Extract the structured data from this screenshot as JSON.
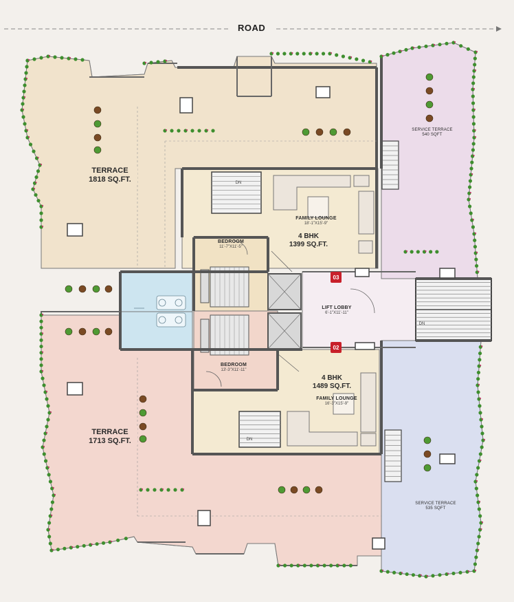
{
  "road": "ROAD",
  "terrace_north": {
    "title": "TERRACE",
    "area": "1818 SQ.FT."
  },
  "terrace_south": {
    "title": "TERRACE",
    "area": "1713 SQ.FT."
  },
  "service_terrace_east": {
    "title": "SERVICE TERRACE",
    "area": "540 SQFT"
  },
  "service_terrace_southeast": {
    "title": "SERVICE TERRACE",
    "area": "535 SQFT"
  },
  "unit_03": {
    "number": "03",
    "type": "4 BHK",
    "area": "1399 SQ.FT."
  },
  "unit_02": {
    "number": "02",
    "type": "4 BHK",
    "area": "1489 SQ.FT."
  },
  "family_lounge_north": {
    "name": "FAMILY LOUNGE",
    "dims": "18'-1\"X15'-9\""
  },
  "family_lounge_south": {
    "name": "FAMILY LOUNGE",
    "dims": "16'-3\"X15'-9\""
  },
  "bedroom_north": {
    "name": "BEDROOM",
    "dims": "11'-7\"X11'-5\""
  },
  "bedroom_south": {
    "name": "BEDROOM",
    "dims": "13'-3\"X11'-11\""
  },
  "lift_lobby": {
    "name": "LIFT LOBBY",
    "dims": "6'-1\"X11'-11\""
  },
  "stair_marks": [
    "DN",
    "DN",
    "DN"
  ],
  "colors": {
    "terrace_north": "#f1e3cc",
    "terrace_south": "#f3d7cf",
    "service_east": "#ecdcea",
    "service_southeast": "#dadff0",
    "lounge": "#f4ead2",
    "bedroom_north": "#f1e2c4",
    "bedroom_south": "#f2d6cb",
    "toilet": "#cde5f0",
    "lobby": "#f5edf2",
    "wall": "#5a5a5a",
    "plant": "#3e8e2e",
    "flower": "#c2356b",
    "badge": "#c8202a"
  }
}
